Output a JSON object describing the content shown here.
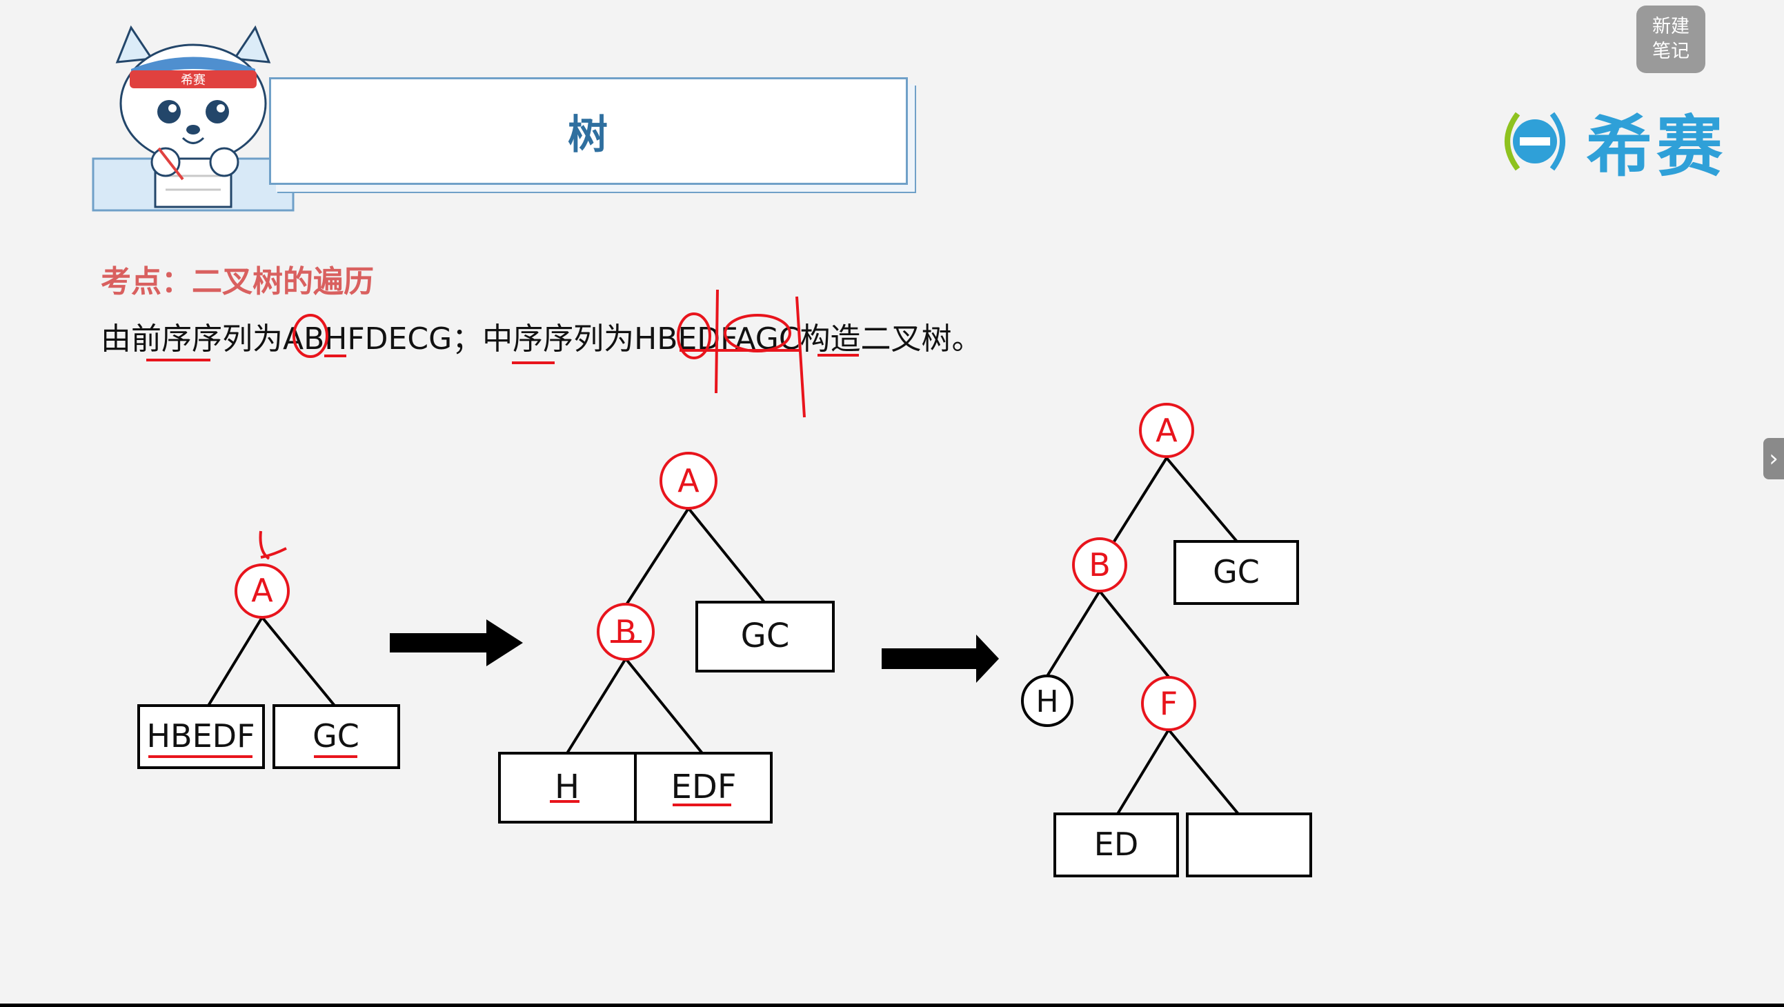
{
  "header": {
    "title": "树"
  },
  "logo": {
    "text": "希赛",
    "mascot_badge": "希赛"
  },
  "new_note": {
    "line1": "新建",
    "line2": "笔记"
  },
  "side_tab": {
    "label": "›"
  },
  "content": {
    "kaodian": "考点：二叉树的遍历",
    "question": "由前序序列为ABHFDECG；中序序列为HBEDFAGC构造二叉树。"
  },
  "tree1": {
    "root": "A",
    "left_box": "HBEDF",
    "right_box": "GC"
  },
  "tree2": {
    "root": "A",
    "b_node": "B",
    "right_box": "GC",
    "left_box": "H",
    "mid_box": "EDF"
  },
  "tree3": {
    "root": "A",
    "b_node": "B",
    "gc_box": "GC",
    "h_node": "H",
    "f_node": "F",
    "ed_box": "ED",
    "empty_box": ""
  },
  "colors": {
    "accent_red": "#e8141c",
    "title_blue": "#2f6f9f",
    "logo_blue": "#2fa0d8",
    "label_red": "#d9605f",
    "logo_green": "#8ec21f"
  }
}
